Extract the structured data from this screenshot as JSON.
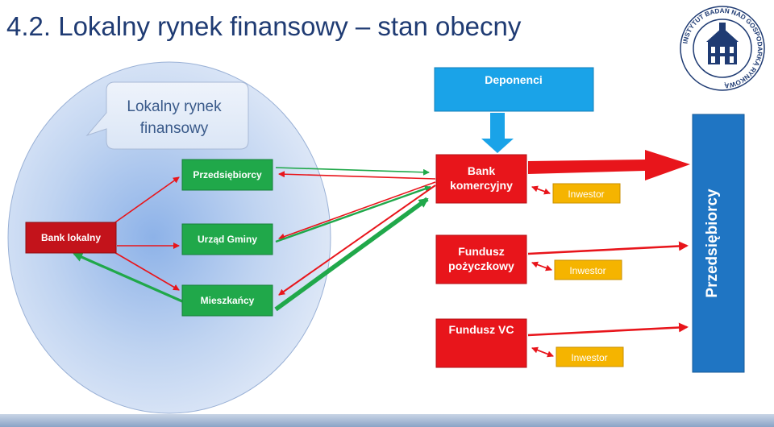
{
  "slide": {
    "title": "4.2. Lokalny rynek finansowy – stan obecny"
  },
  "logo": {
    "ring_text": "INSTYTUT BADAŃ NAD GOSPODARKĄ RYNKOWĄ"
  },
  "diagram": {
    "callout": {
      "line1": "Lokalny rynek",
      "line2": "finansowy"
    },
    "bank_lokalny": "Bank lokalny",
    "przedsiebiorcy_small": "Przedsiębiorcy",
    "urzad_gminy": "Urząd Gminy",
    "mieszkancy": "Mieszkańcy",
    "deponenci": "Deponenci",
    "bank_komercyjny": {
      "line1": "Bank",
      "line2": "komercyjny"
    },
    "fundusz_pozyczkowy": {
      "line1": "Fundusz",
      "line2": "pożyczkowy"
    },
    "fundusz_vc": "Fundusz VC",
    "inwestor_1": "Inwestor",
    "inwestor_2": "Inwestor",
    "inwestor_3": "Inwestor",
    "przedsiebiorcy_big": "Przedsiębiorcy"
  },
  "colors": {
    "red": "#e8151b",
    "green": "#20a84a",
    "blue": "#1f75c3",
    "cyan": "#1aa3e8",
    "orange": "#f5b400",
    "dark_red": "#c3131b",
    "title": "#1f3b73"
  }
}
